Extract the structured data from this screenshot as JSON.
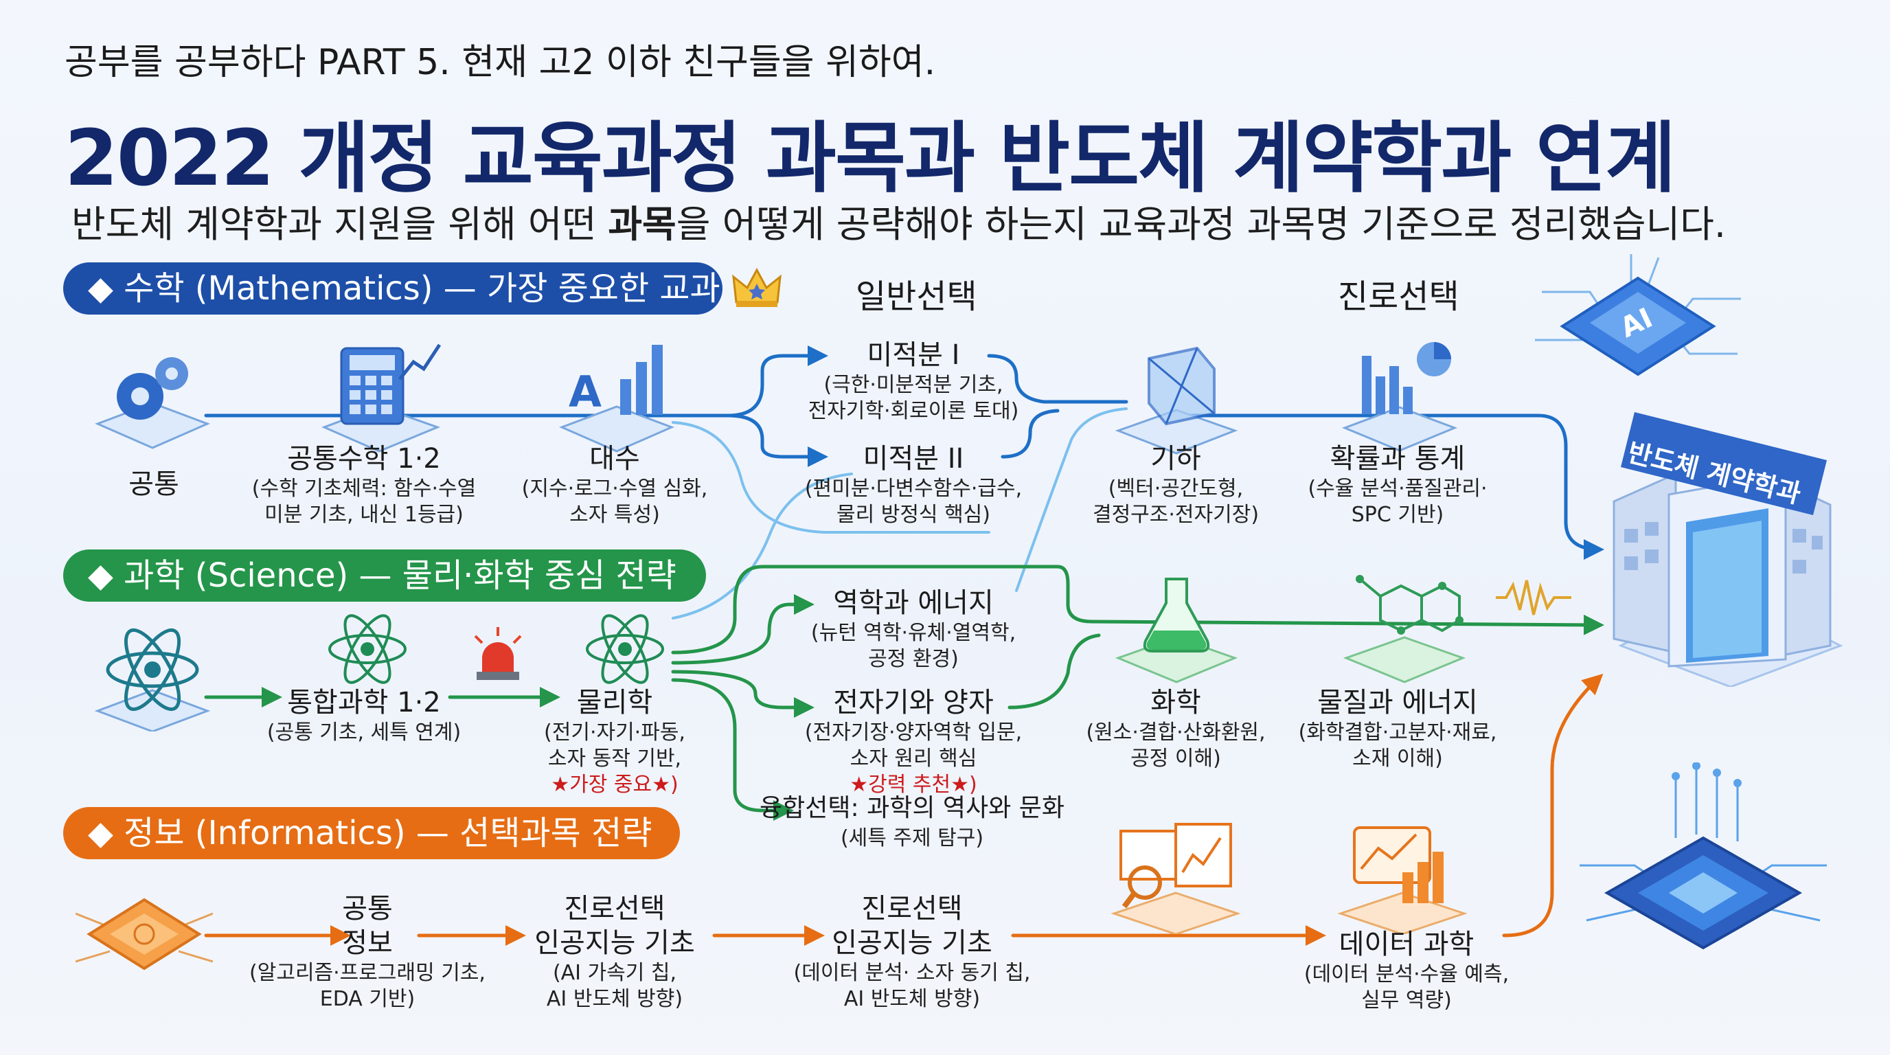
{
  "header": {
    "series": "공부를 공부하다 PART 5. 현재 고2 이하 친구들을 위하여.",
    "title": "2022 개정 교육과정 과목과 반도체 계약학과 연계",
    "subtitle_pre": "반도체 계약학과 지원을 위해 어떤 ",
    "subtitle_bold": "과목",
    "subtitle_post": "을 어떻게 공략해야 하는지 교육과정 과목명 기준으로 정리했습니다."
  },
  "columns": {
    "general": "일반선택",
    "career": "진로선택"
  },
  "sections": {
    "math": {
      "banner": "◆ 수학 (Mathematics) — 가장 중요한 교과",
      "nodes": [
        {
          "title": "공통",
          "desc": []
        },
        {
          "title": "공통수학 1·2",
          "desc": [
            "(수학 기초체력: 함수·수열",
            "미분 기초, 내신 1등급)"
          ]
        },
        {
          "title": "대수",
          "desc": [
            "(지수·로그·수열 심화,",
            "소자 특성)"
          ]
        },
        {
          "title": "미적분 I",
          "desc": [
            "(극한·미분적분 기초,",
            "전자기학·회로이론 토대)"
          ]
        },
        {
          "title": "미적분 II",
          "desc": [
            "(편미분·다변수함수·급수,",
            "물리 방정식 핵심)"
          ]
        },
        {
          "title": "기하",
          "desc": [
            "(벡터·공간도형,",
            "결정구조·전자기장)"
          ]
        },
        {
          "title": "확률과 통계",
          "desc": [
            "(수율 분석·품질관리·",
            "SPC 기반)"
          ]
        }
      ]
    },
    "science": {
      "banner": "◆ 과학 (Science) — 물리·화학 중심 전략",
      "nodes": [
        {
          "title": "통합과학 1·2",
          "desc": [
            "(공통 기초, 세특 연계)"
          ]
        },
        {
          "title": "물리학",
          "desc": [
            "(전기·자기·파동,",
            "소자 동작 기반,"
          ],
          "star": "★가장 중요★)"
        },
        {
          "title": "역학과 에너지",
          "desc": [
            "(뉴턴 역학·유체·열역학,",
            "공정 환경)"
          ]
        },
        {
          "title": "전자기와 양자",
          "desc": [
            "(전자기장·양자역학 입문,",
            "소자 원리 핵심"
          ],
          "star": "★강력 추천★)"
        },
        {
          "title": "융합선택: 과학의 역사와 문화",
          "desc": [
            "(세특 주제 탐구)"
          ]
        },
        {
          "title": "화학",
          "desc": [
            "(원소·결합·산화환원,",
            "공정 이해)"
          ]
        },
        {
          "title": "물질과 에너지",
          "desc": [
            "(화학결합·고분자·재료,",
            "소재 이해)"
          ]
        }
      ]
    },
    "informatics": {
      "banner": "◆ 정보 (Informatics) — 선택과목 전략",
      "nodes": [
        {
          "title": "공통",
          "title2": "정보",
          "desc": [
            "(알고리즘·프로그래밍 기초,",
            "EDA 기반)"
          ]
        },
        {
          "title": "진로선택",
          "title2": "인공지능 기초",
          "desc": [
            "(AI 가속기 칩,",
            "AI 반도체 방향)"
          ]
        },
        {
          "title": "진로선택",
          "title2": "인공지능 기초",
          "desc": [
            "(데이터 분석· 소자 동기 칩,",
            "AI 반도체 방향)"
          ]
        },
        {
          "title": "데이터 과학",
          "desc": [
            "(데이터 분석·수율 예측,",
            "실무 역량)"
          ]
        }
      ]
    }
  },
  "target": {
    "label": "반도체 계약학과"
  },
  "chip_label": "AI",
  "colors": {
    "math": "#1d4fa8",
    "science": "#24954a",
    "info": "#e66d13",
    "title": "#13286a",
    "star": "#cc1b1b",
    "light": "#7cc0ee"
  },
  "icons": [
    "gears-icon",
    "calculator-chart-icon",
    "algebra-chart-icon",
    "cube-icon",
    "bar-pie-chart-icon",
    "crown-icon",
    "atom-icon",
    "alarm-light-icon",
    "flask-icon",
    "molecule-icon",
    "waveform-icon",
    "chip-icon",
    "dashboard-icon",
    "data-chart-icon",
    "ai-chip-icon",
    "fab-building-icon",
    "circuit-chip-icon"
  ]
}
